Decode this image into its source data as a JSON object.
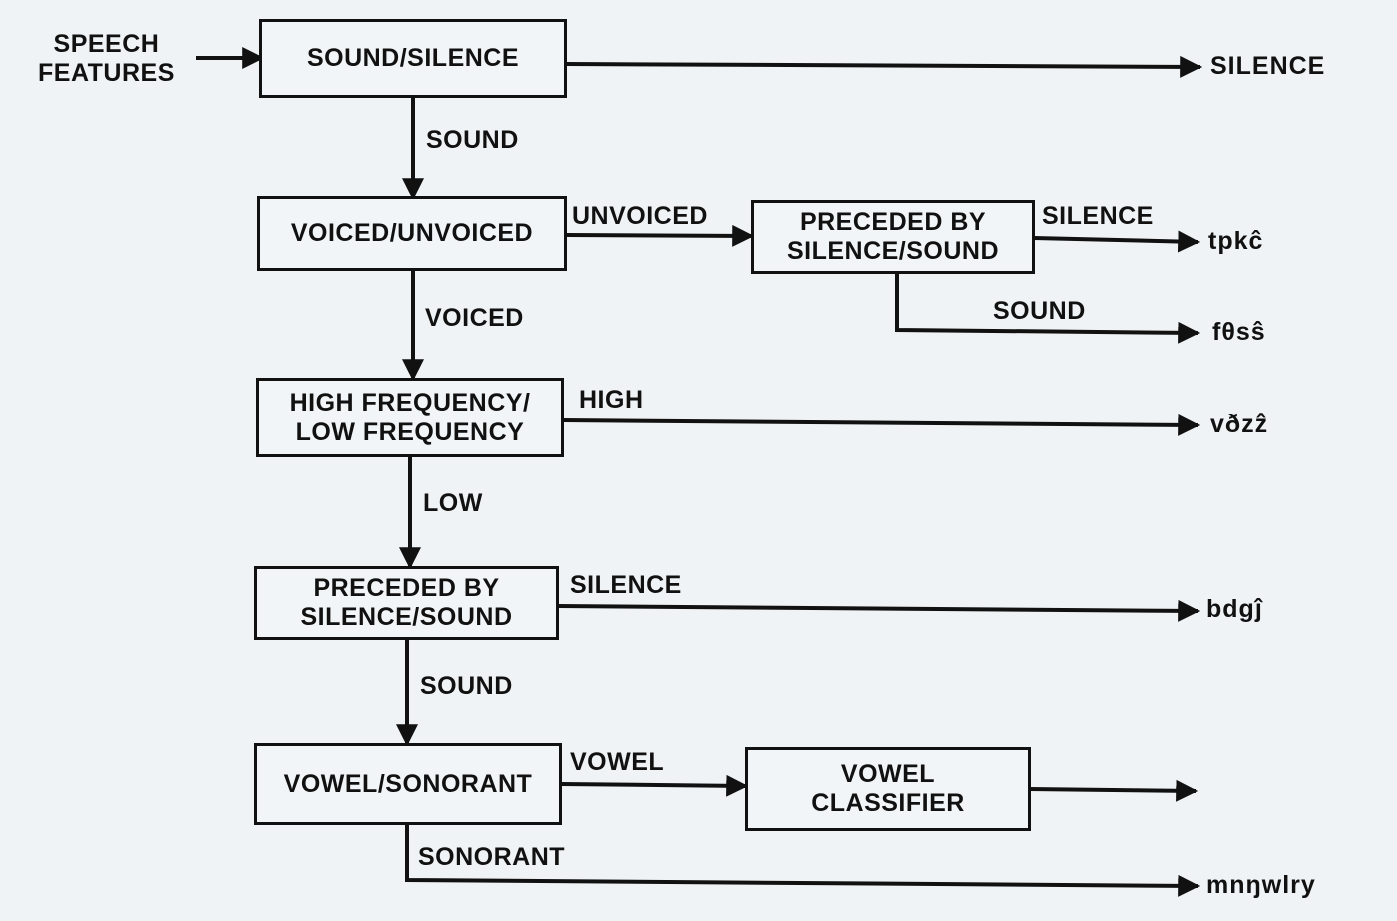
{
  "input_label": "SPEECH\nFEATURES",
  "boxes": {
    "sound_silence": "SOUND/SILENCE",
    "voiced_unvoiced": "VOICED/UNVOICED",
    "preceded_unvoiced": "PRECEDED BY\nSILENCE/SOUND",
    "high_low": "HIGH FREQUENCY/\nLOW FREQUENCY",
    "preceded_voiced": "PRECEDED BY\nSILENCE/SOUND",
    "vowel_sonorant": "VOWEL/SONORANT",
    "vowel_classifier": "VOWEL\nCLASSIFIER"
  },
  "edge_labels": {
    "sound_1": "SOUND",
    "unvoiced": "UNVOICED",
    "silence_unvoiced": "SILENCE",
    "sound_unvoiced": "SOUND",
    "voiced": "VOICED",
    "high": "HIGH",
    "low": "LOW",
    "silence_voiced": "SILENCE",
    "sound_2": "SOUND",
    "vowel": "VOWEL",
    "sonorant": "SONORANT"
  },
  "outputs": {
    "silence": "SILENCE",
    "unvoiced_stops": "tpkĉ",
    "unvoiced_fricatives": "fθsŝ",
    "voiced_fricatives": "vðzẑ",
    "voiced_stops": "bdgĵ",
    "sonorants": "mnŋwlry"
  }
}
